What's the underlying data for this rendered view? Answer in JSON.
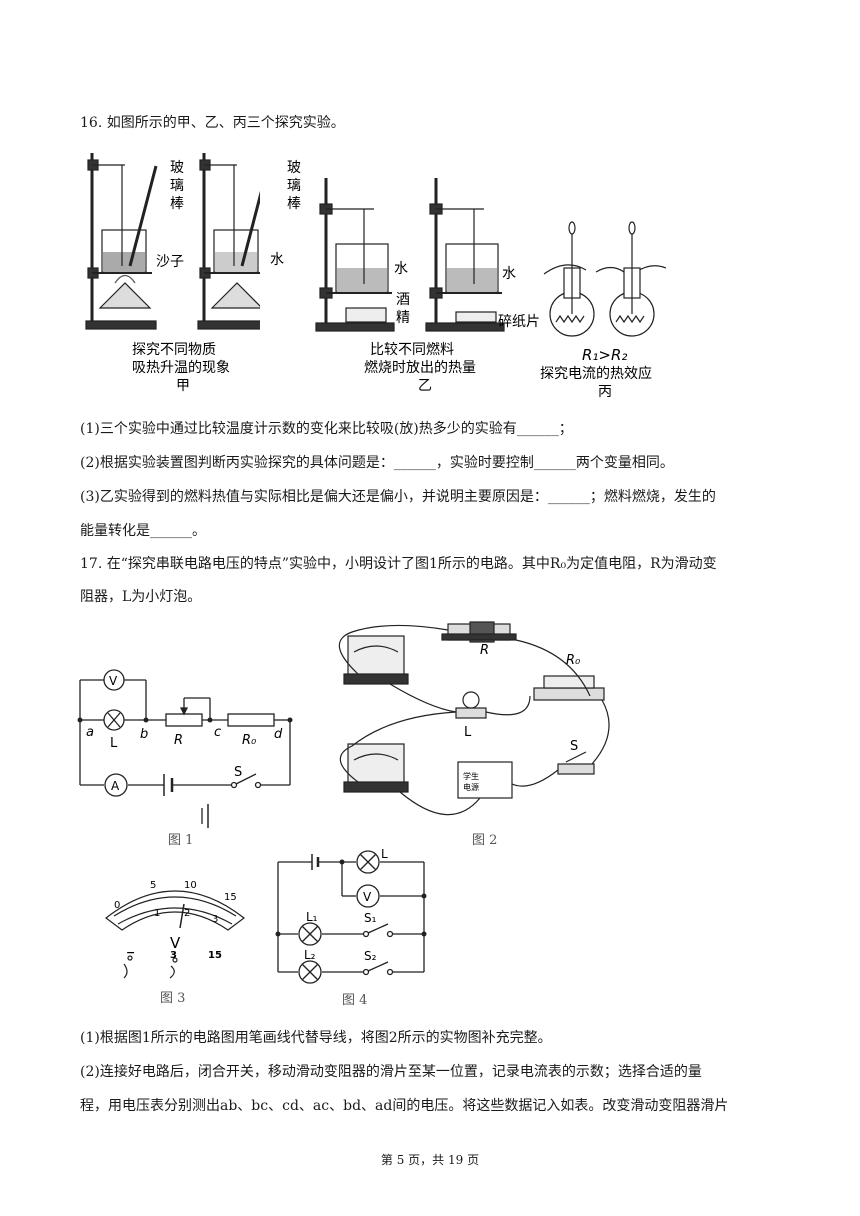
{
  "q16": {
    "stem": "16. 如图所示的甲、乙、丙三个探究实验。",
    "fig_jia": {
      "rod1": [
        "玻",
        "璃",
        "棒"
      ],
      "rod2": [
        "玻",
        "璃",
        "棒"
      ],
      "sand": "沙子",
      "water": "水",
      "caption1": "探究不同物质",
      "caption2": "吸热升温的现象",
      "tag": "甲"
    },
    "fig_yi": {
      "water1": "水",
      "alcohol1": "酒",
      "alcohol2": "精",
      "water2": "水",
      "paper": "碎纸片",
      "caption1": "比较不同燃料",
      "caption2": "燃烧时放出的热量",
      "tag": "乙"
    },
    "fig_bing": {
      "relation": "R₁>R₂",
      "caption": "探究电流的热效应",
      "tag": "丙"
    },
    "p1": "(1)三个实验中通过比较温度计示数的变化来比较吸(放)热多少的实验有______；",
    "p2": "(2)根据实验装置图判断丙实验探究的具体问题是：______，实验时要控制______两个变量相同。",
    "p3a": "(3)乙实验得到的燃料热值与实际相比是偏大还是偏小，并说明主要原因是：______；燃料燃烧，发生的",
    "p3b": "能量转化是______。"
  },
  "q17": {
    "stem_a": "17. 在“探究串联电路电压的特点”实验中，小明设计了图1所示的电路。其中R₀为定值电阻，R为滑动变",
    "stem_b": "阻器，L为小灯泡。",
    "fig1": {
      "V": "V",
      "A": "A",
      "L": "L",
      "R": "R",
      "R0": "R₀",
      "S": "S",
      "a": "a",
      "b": "b",
      "c": "c",
      "d": "d",
      "caption": "图 1"
    },
    "fig2": {
      "R": "R",
      "R0": "R₀",
      "L": "L",
      "S": "S",
      "supply1": "学生",
      "supply2": "电源",
      "caption": "图 2"
    },
    "fig3": {
      "t5": "5",
      "t10": "10",
      "t15": "15",
      "t0": "0",
      "b1": "1",
      "b2": "2",
      "b3": "3",
      "V": "V",
      "tminus": "−",
      "t3": "3",
      "tt15": "15",
      "caption": "图 3"
    },
    "fig4": {
      "L": "L",
      "V": "V",
      "L1": "L₁",
      "L2": "L₂",
      "S1": "S₁",
      "S2": "S₂",
      "caption": "图 4"
    },
    "p1": "(1)根据图1所示的电路图用笔画线代替导线，将图2所示的实物图补充完整。",
    "p2a": "(2)连接好电路后，闭合开关，移动滑动变阻器的滑片至某一位置，记录电流表的示数；选择合适的量",
    "p2b": "程，用电压表分别测出ab、bc、cd、ac、bd、ad间的电压。将这些数据记入如表。改变滑动变阻器滑片"
  },
  "footer": "第 5 页，共 19 页"
}
